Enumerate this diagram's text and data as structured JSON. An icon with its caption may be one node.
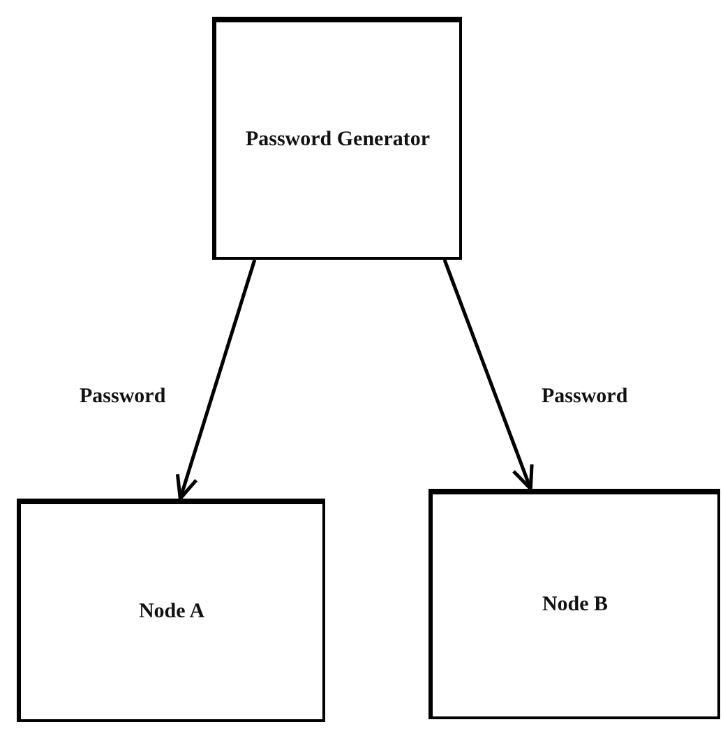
{
  "diagram": {
    "nodes": [
      {
        "text": [
          "Password Generator"
        ]
      },
      {
        "text": [
          "Node A"
        ]
      },
      {
        "text": [
          "Node B"
        ]
      }
    ],
    "edges": [
      {
        "from": 0,
        "to": 1,
        "arrow": "to",
        "label": "Password"
      },
      {
        "from": 0,
        "to": 2,
        "arrow": "to",
        "label": "Password"
      }
    ]
  }
}
